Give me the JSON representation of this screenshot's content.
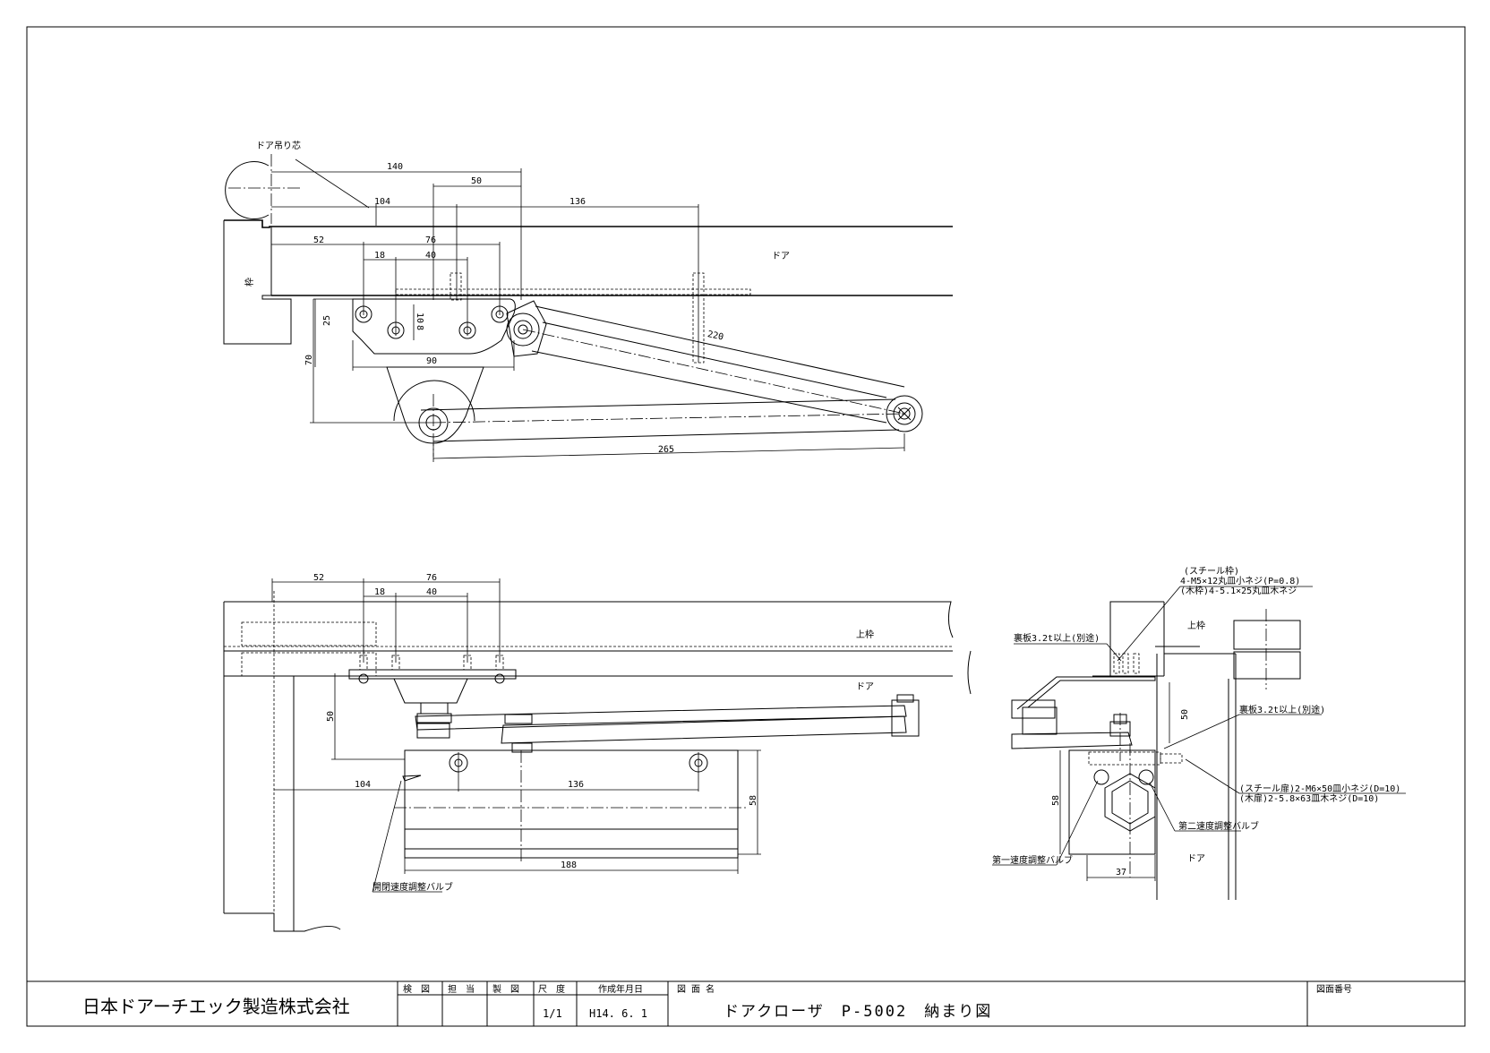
{
  "top_view": {
    "label_door_pivot": "ドア吊り芯",
    "label_frame": "枠",
    "label_door": "ドア",
    "dims": {
      "d140": "140",
      "d50": "50",
      "d104": "104",
      "d136": "136",
      "d52": "52",
      "d76": "76",
      "d18": "18",
      "d40": "40",
      "d10": "10",
      "d8": "8",
      "d25": "25",
      "d70": "70",
      "d90": "90",
      "d220": "220",
      "d265": "265"
    }
  },
  "front_view": {
    "label_top_frame": "上枠",
    "label_door": "ドア",
    "label_valve": "開閉速度調整バルブ",
    "dims": {
      "d52": "52",
      "d76": "76",
      "d18": "18",
      "d40": "40",
      "d50": "50",
      "d104": "104",
      "d136": "136",
      "d58": "58",
      "d188": "188"
    }
  },
  "side_view": {
    "note_frame_1": "(スチール枠)",
    "note_frame_2": "4-M5×12丸皿小ネジ(P=0.8)",
    "note_frame_3": "(木枠)4-5.1×25丸皿木ネジ",
    "label_top_frame": "上枠",
    "note_back_plate_1": "裏板3.2t以上(別途)",
    "note_back_plate_2": "裏板3.2t以上(別途)",
    "note_door_1": "(スチール扉)2-M6×50皿小ネジ(D=10)",
    "note_door_2": "(木扉)2-5.8×63皿木ネジ(D=10)",
    "label_valve_2": "第二速度調整バルブ",
    "label_valve_1": "第一速度調整バルブ",
    "label_door": "ドア",
    "dims": {
      "d50": "50",
      "d58": "58",
      "d37": "37"
    }
  },
  "title_block": {
    "company": "日本ドアーチエック製造株式会社",
    "h_check": "検　図",
    "h_charge": "担　当",
    "h_draw": "製　図",
    "h_scale": "尺　度",
    "h_date": "作成年月日",
    "h_drawing_name": "図 面 名",
    "h_drawing_no": "図面番号",
    "scale": "1/1",
    "date": "H14. 6. 1",
    "drawing_name": "ドアクローザ　P-5002　納まり図"
  }
}
